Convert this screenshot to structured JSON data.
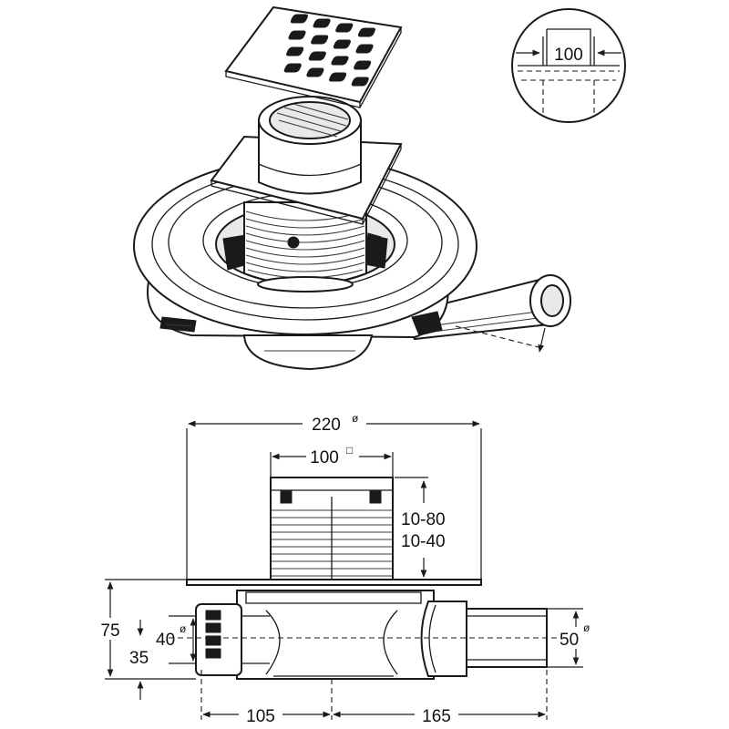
{
  "detail": {
    "label": "100"
  },
  "dimensions": {
    "overall_diameter": "220",
    "overall_diameter_symbol": "ø",
    "grate_size": "100",
    "grate_size_symbol": "□",
    "adjust_range_1": "10-80",
    "adjust_range_2": "10-40",
    "total_height": "75",
    "outlet_height": "35",
    "inlet_diameter": "40",
    "inlet_diameter_symbol": "ø",
    "outlet_diameter": "50",
    "outlet_diameter_symbol": "ø",
    "inlet_offset": "105",
    "outlet_offset": "165"
  }
}
